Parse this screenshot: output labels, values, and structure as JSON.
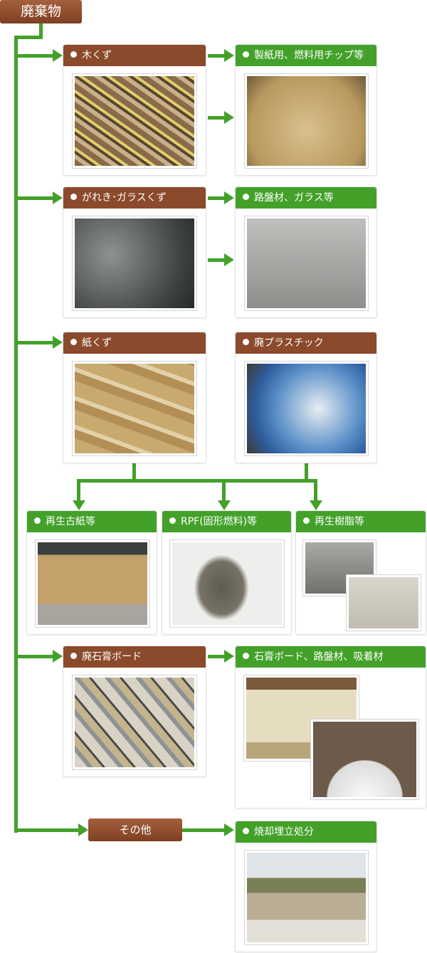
{
  "root": "廃棄物",
  "other": "その他",
  "boxes": {
    "wood": "木くず",
    "wood_out": "製紙用、燃料用チップ等",
    "rubble": "がれき･ガラスくず",
    "rubble_out": "路盤材、ガラス等",
    "paper": "紙くず",
    "plastic": "廃プラスチック",
    "recycled_paper": "再生古紙等",
    "rpf": "RPF(固形燃料)等",
    "resin": "再生樹脂等",
    "gypsum": "廃石膏ボード",
    "gypsum_out": "石膏ボード、路盤材、吸着材",
    "landfill": "焼却埋立処分"
  },
  "colors": {
    "brown": "#8b4a2b",
    "green": "#43a12a"
  }
}
